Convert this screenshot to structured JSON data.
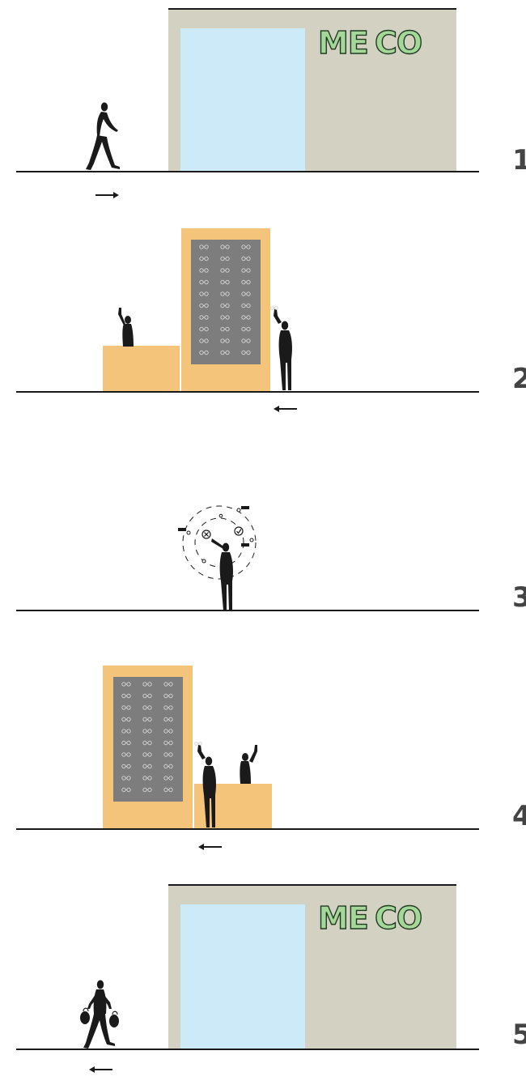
{
  "brand": {
    "name": "MECO",
    "name_left": "ME",
    "name_right": "CO",
    "color": "#a5d69a",
    "stroke": "#1f3a1f"
  },
  "colors": {
    "shop_wall": "#d3d2c2",
    "window": "#cdeaf8",
    "counter": "#f3c47a",
    "display_panel": "#7d7d7d",
    "figure": "#1a1a1a"
  },
  "steps": [
    {
      "number": "1",
      "arrow": "right"
    },
    {
      "number": "2",
      "arrow": "left"
    },
    {
      "number": "3",
      "arrow": ""
    },
    {
      "number": "4",
      "arrow": "left"
    },
    {
      "number": "5",
      "arrow": "left"
    }
  ]
}
